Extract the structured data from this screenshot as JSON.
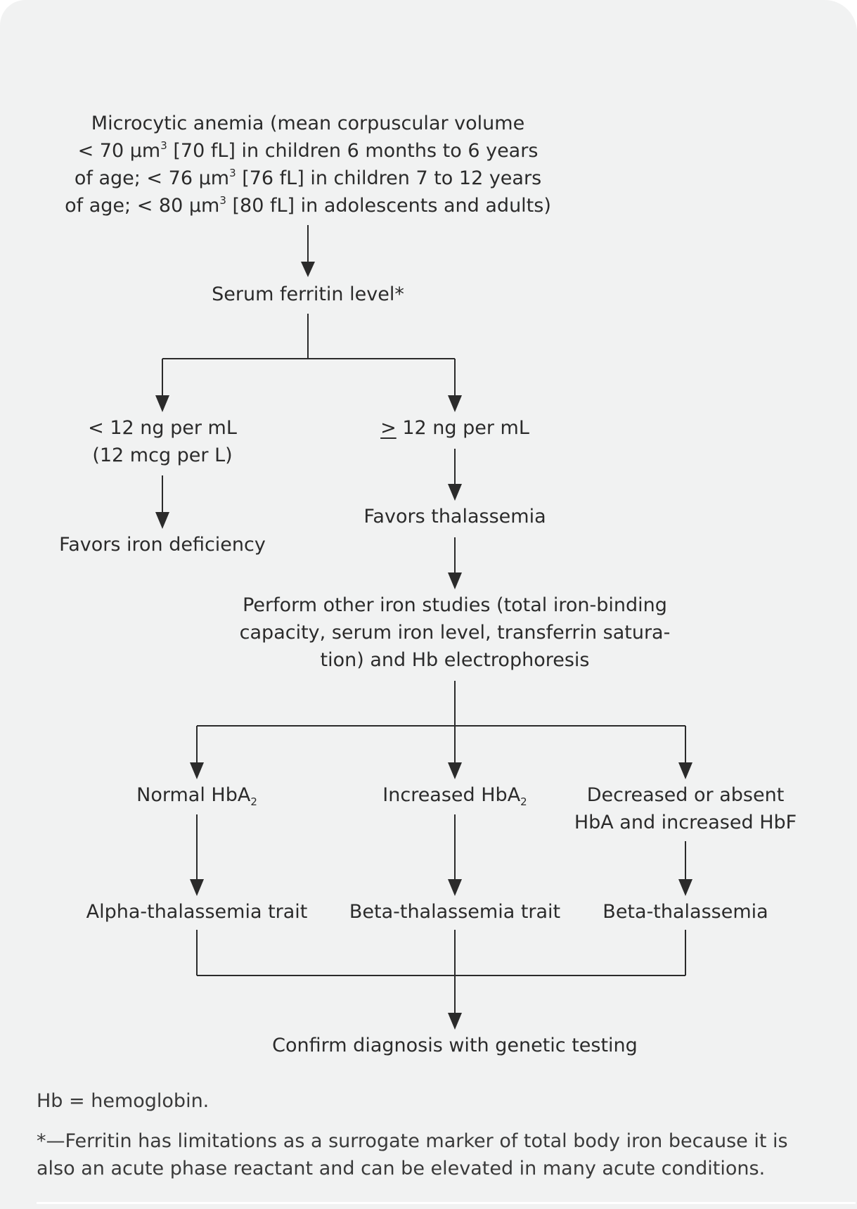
{
  "nodes": {
    "start": {
      "line1": "Microcytic anemia (mean corpuscular volume",
      "line2_a": "< 70 μm",
      "line2_sup": "3",
      "line2_b": " [70 fL] in children 6 months to 6 years",
      "line3_a": "of age; < 76 μm",
      "line3_sup": "3",
      "line3_b": " [76 fL] in children 7 to 12 years",
      "line4_a": "of age; < 80 μm",
      "line4_sup": "3",
      "line4_b": " [80 fL] in adolescents and adults)"
    },
    "ferritin": "Serum ferritin level*",
    "low": {
      "line1": "< 12 ng per mL",
      "line2": "(12 mcg per L)"
    },
    "high": {
      "symbol": ">",
      "rest": " 12 ng per mL"
    },
    "iron_def": "Favors iron deficiency",
    "thal": "Favors thalassemia",
    "studies": {
      "line1": "Perform other iron studies (total iron-binding",
      "line2": "capacity, serum iron level, transferrin satura-",
      "line3": "tion) and Hb electrophoresis"
    },
    "normal": {
      "text": "Normal HbA",
      "sub": "2"
    },
    "increased": {
      "text": "Increased HbA",
      "sub": "2"
    },
    "decreased": {
      "line1": "Decreased or absent",
      "line2": "HbA and increased HbF"
    },
    "alpha": "Alpha-thalassemia trait",
    "beta_trait": "Beta-thalassemia trait",
    "beta": "Beta-thalassemia",
    "confirm": "Confirm diagnosis with genetic testing"
  },
  "footnotes": {
    "abbrev": "Hb = hemoglobin.",
    "asterisk_line1": "*—Ferritin has limitations as a surrogate marker of total body iron because it is",
    "asterisk_line2": "also an acute phase reactant and can be elevated in many acute conditions."
  },
  "colors": {
    "background": "#f1f2f2",
    "line": "#2b2b2b"
  }
}
